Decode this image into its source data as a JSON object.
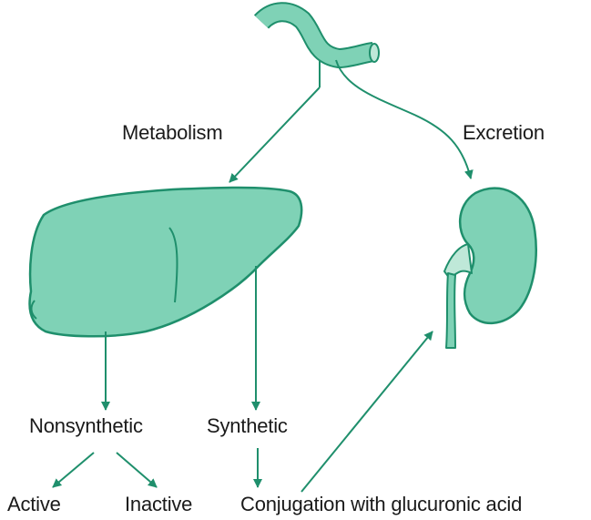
{
  "colors": {
    "organ_fill": "#7fd2b6",
    "stroke": "#1f8f6c",
    "text": "#1a1a1a"
  },
  "labels": {
    "metabolism": "Metabolism",
    "excretion": "Excretion",
    "nonsynthetic": "Nonsynthetic",
    "synthetic": "Synthetic",
    "active": "Active",
    "inactive": "Inactive",
    "conjugation": "Conjugation with glucuronic acid"
  },
  "icons": {
    "tube": "tube-icon",
    "liver": "liver-icon",
    "kidney": "kidney-icon"
  }
}
